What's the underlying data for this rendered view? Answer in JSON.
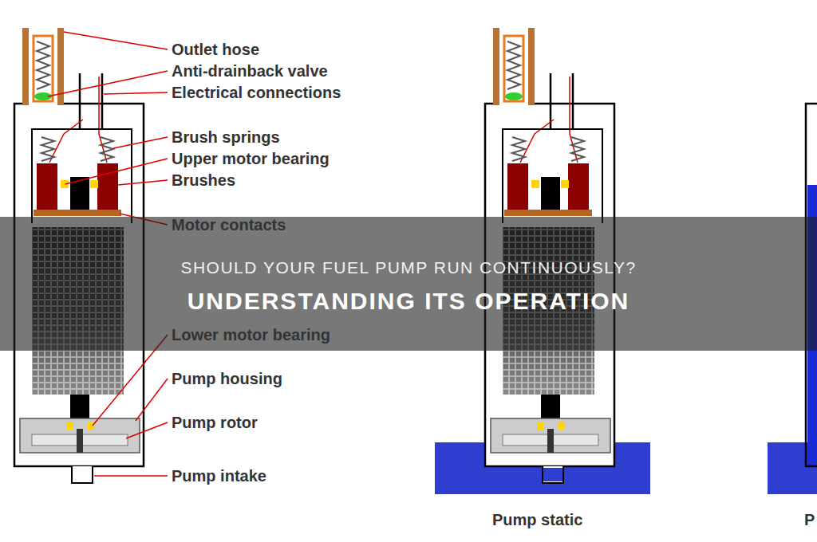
{
  "diagram": {
    "title": "SHOULD YOUR FUEL PUMP RUN CONTINUOUSLY?",
    "labels": [
      "Outlet hose",
      "Anti-drainback valve",
      "Electrical connections",
      "Brush springs",
      "Upper motor bearing",
      "Brushes",
      "Motor contacts",
      "Lower motor bearing",
      "Pump housing",
      "Pump rotor",
      "Pump intake",
      "Pump static",
      "P",
      "UNDERSTANDING ITS OPERATION"
    ]
  }
}
